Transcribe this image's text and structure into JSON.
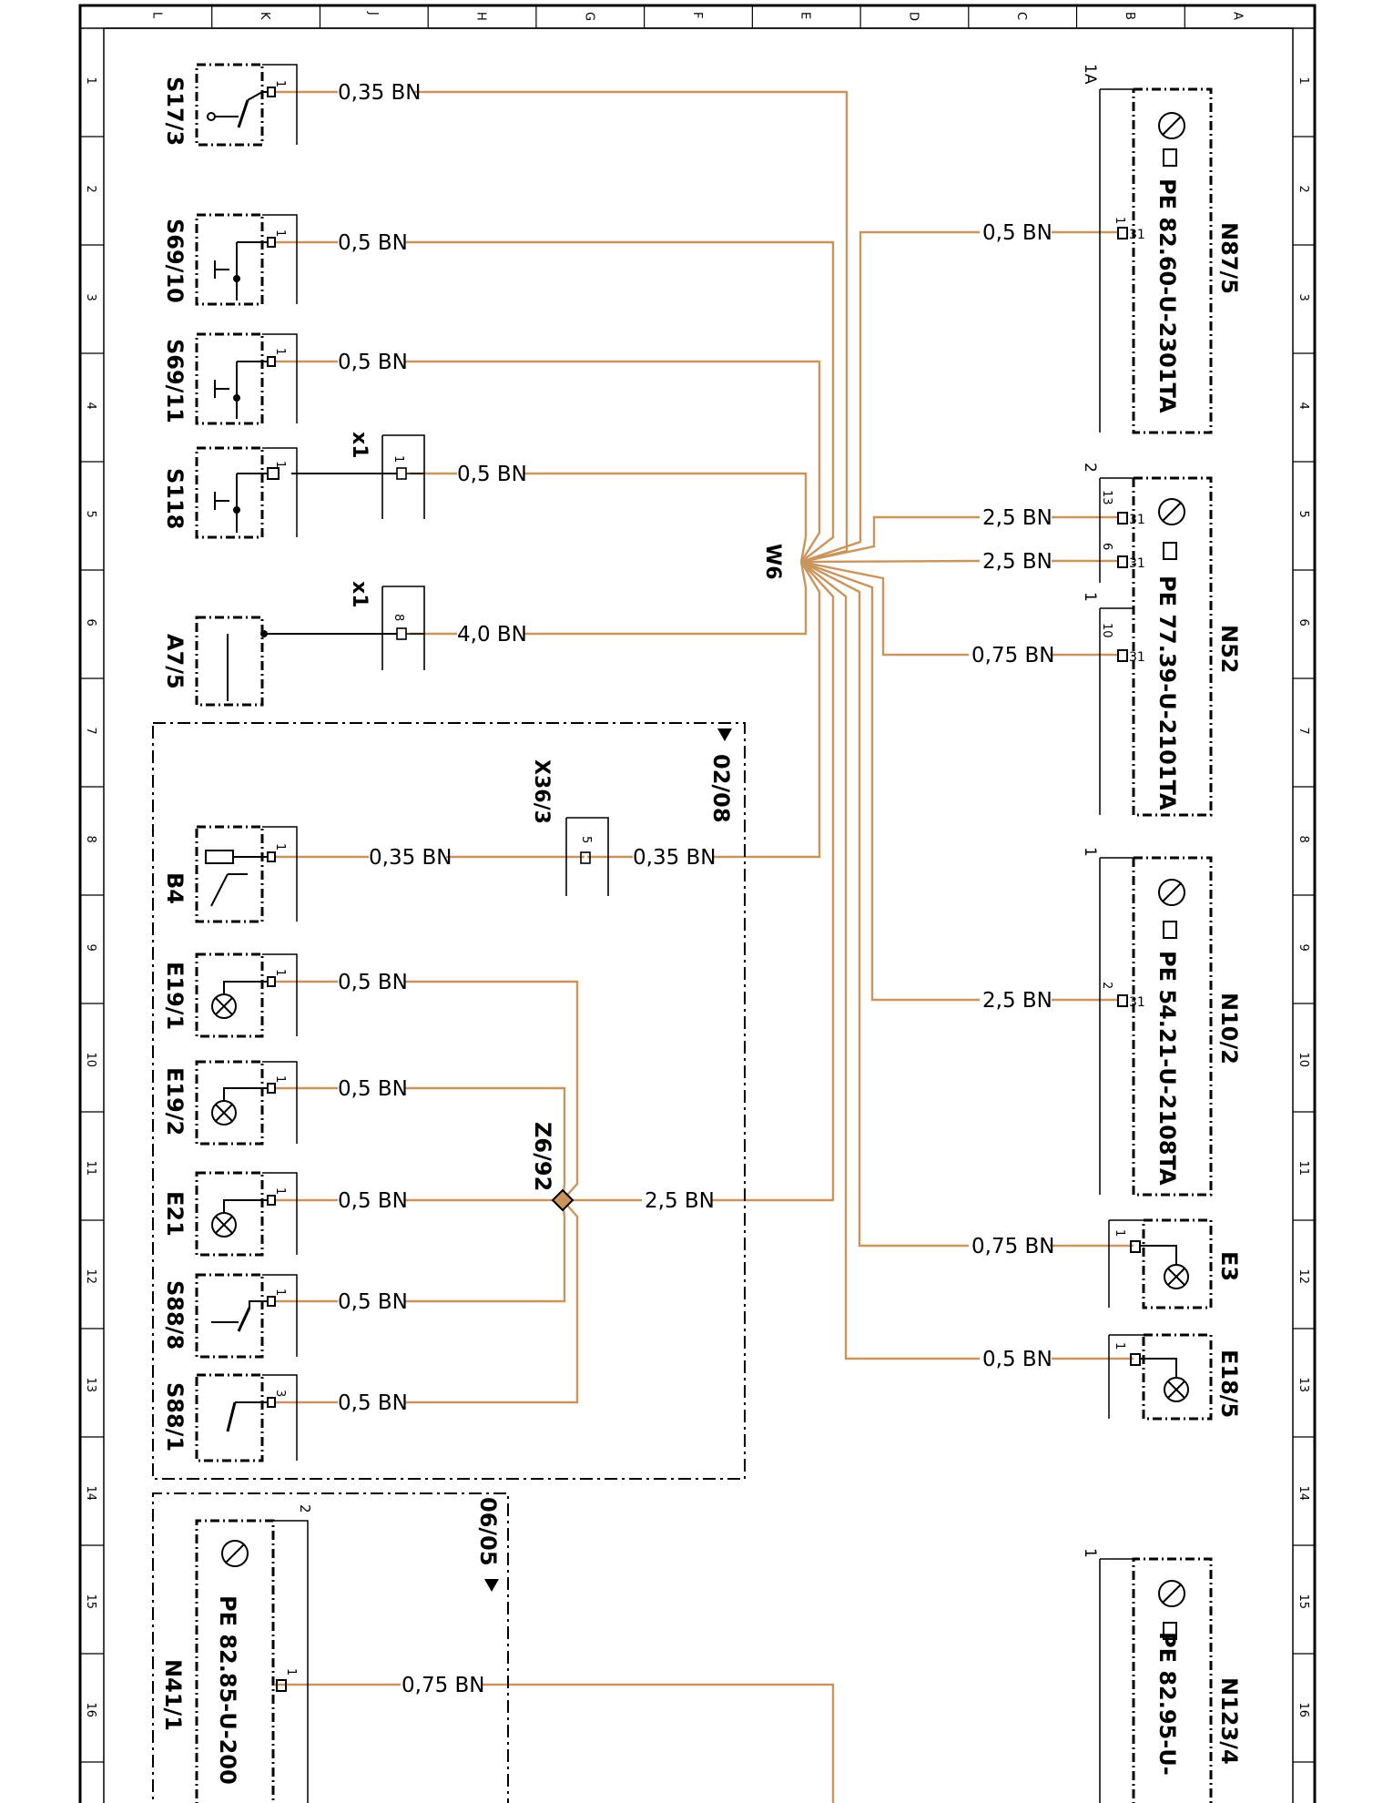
{
  "colors": {
    "wire": "#c9955c",
    "ink": "#000000"
  },
  "grid": {
    "letters": [
      "L",
      "K",
      "J",
      "H",
      "G",
      "F",
      "E",
      "D",
      "C",
      "B",
      "A"
    ],
    "numbers": [
      "1",
      "2",
      "3",
      "4",
      "5",
      "6",
      "7",
      "8",
      "9",
      "10",
      "11",
      "12",
      "13",
      "14",
      "15",
      "16"
    ]
  },
  "splice": "W6",
  "left_components": {
    "s17_3": {
      "name": "S17/3",
      "pin": "1"
    },
    "s69_10": {
      "name": "S69/10",
      "pin": "1"
    },
    "s69_11": {
      "name": "S69/11",
      "pin": "1"
    },
    "s118": {
      "name": "S118",
      "pin": "1"
    },
    "a7_5": {
      "name": "A7/5"
    },
    "b4": {
      "name": "B4",
      "pin": "1"
    },
    "e19_1": {
      "name": "E19/1",
      "pin": "1"
    },
    "e19_2": {
      "name": "E19/2",
      "pin": "1"
    },
    "e21": {
      "name": "E21",
      "pin": "1"
    },
    "s88_8": {
      "name": "S88/8",
      "pin": "1"
    },
    "s88_1": {
      "name": "S88/1",
      "pin": "3"
    }
  },
  "connectors": {
    "x1_a": {
      "name": "x1",
      "pin": "1"
    },
    "x1_b": {
      "name": "x1",
      "pin": "8"
    },
    "x36_3": {
      "name": "X36/3",
      "pin": "5"
    }
  },
  "boxes": {
    "box1_ref": "02/08",
    "box2_ref": "06/05",
    "z6_92": "Z6/92"
  },
  "wires": {
    "w_s17_3": "0,35 BN",
    "w_s69_10": "0,5 BN",
    "w_s69_11": "0,5 BN",
    "w_s118": "0,5 BN",
    "w_a7_5": "4,0 BN",
    "w_b4_a": "0,35 BN",
    "w_b4_b": "0,35 BN",
    "w_e19_1": "0,5 BN",
    "w_e19_2": "0,5 BN",
    "w_e21": "0,5 BN",
    "w_s88_8": "0,5 BN",
    "w_s88_1": "0,5 BN",
    "w_z6": "2,5 BN",
    "w_n41": "0,75 BN",
    "w_n87": "0,5 BN",
    "w_n52_a": "2,5 BN",
    "w_n52_b": "2,5 BN",
    "w_n52_c": "0,75 BN",
    "w_n10": "2,5 BN",
    "w_e3": "0,75 BN",
    "w_e18": "0,5 BN"
  },
  "right_components": {
    "n87_5": {
      "name": "N87/5",
      "pe": "PE 82.60-U-2301TA",
      "conn": "1A",
      "pin": "1",
      "term": "31"
    },
    "n52": {
      "name": "N52",
      "pe": "PE 77.39-U-2101TA",
      "conn_a": "2",
      "conn_b": "1",
      "pin_a": "13",
      "pin_b": "6",
      "pin_c": "10",
      "term_a": "31",
      "term_b": "31",
      "term_c": "31"
    },
    "n10_2": {
      "name": "N10/2",
      "pe": "PE 54.21-U-2108TA",
      "conn": "1",
      "pin": "2",
      "term": "31"
    },
    "e3": {
      "name": "E3",
      "pin": "1"
    },
    "e18_5": {
      "name": "E18/5",
      "pin": "1"
    },
    "n123_4": {
      "name": "N123/4",
      "pe": "PE 82.95-U-",
      "conn": "1"
    }
  },
  "n41_1": {
    "name": "N41/1",
    "pe": "PE 82.85-U-200",
    "conn": "2",
    "pin": "1"
  }
}
